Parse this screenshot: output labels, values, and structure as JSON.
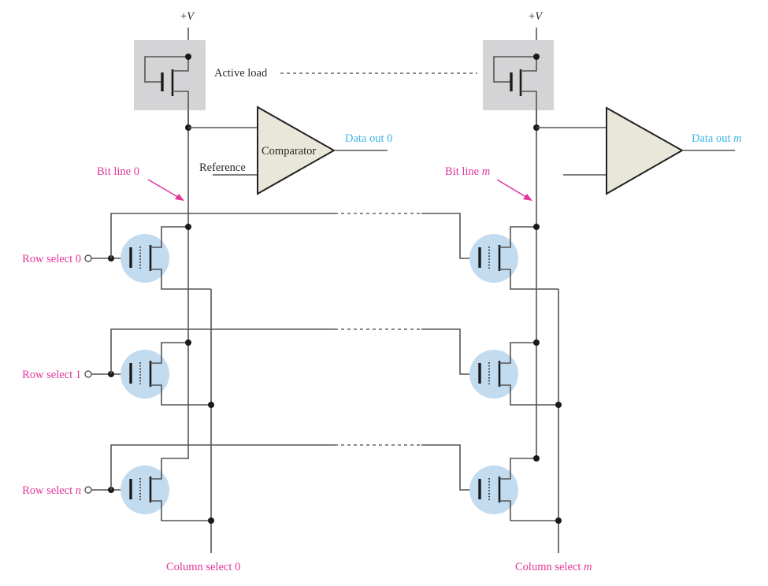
{
  "figure": {
    "title": "MOS dynamic RAM / ROM memory array with active loads and comparators",
    "supply_label": "+V",
    "supply_label_right": "+V",
    "active_load_label": "Active load",
    "comparator_label": "Comparator",
    "reference_label": "Reference",
    "bit_lines": [
      {
        "label_prefix": "Bit line ",
        "label_index": "0",
        "italic_index": false
      },
      {
        "label_prefix": "Bit line ",
        "label_index": "m",
        "italic_index": true
      }
    ],
    "data_outputs": [
      {
        "label_prefix": "Data out ",
        "label_index": "0",
        "italic_index": false
      },
      {
        "label_prefix": "Data out ",
        "label_index": "m",
        "italic_index": true
      }
    ],
    "row_selects": [
      {
        "label_prefix": "Row select ",
        "label_index": "0",
        "italic_index": false
      },
      {
        "label_prefix": "Row select ",
        "label_index": "1",
        "italic_index": false
      },
      {
        "label_prefix": "Row select ",
        "label_index": "n",
        "italic_index": true
      }
    ],
    "column_selects": [
      {
        "label_prefix": "Column select ",
        "label_index": "0",
        "italic_index": false
      },
      {
        "label_prefix": "Column select ",
        "label_index": "m",
        "italic_index": true
      }
    ],
    "colors": {
      "label_pink": "#e2359b",
      "label_cyan": "#3cb3e3",
      "cell_highlight": "#c3dbef",
      "active_load_box": "#d4d4d6",
      "comparator_fill": "#e9e7d9"
    }
  }
}
